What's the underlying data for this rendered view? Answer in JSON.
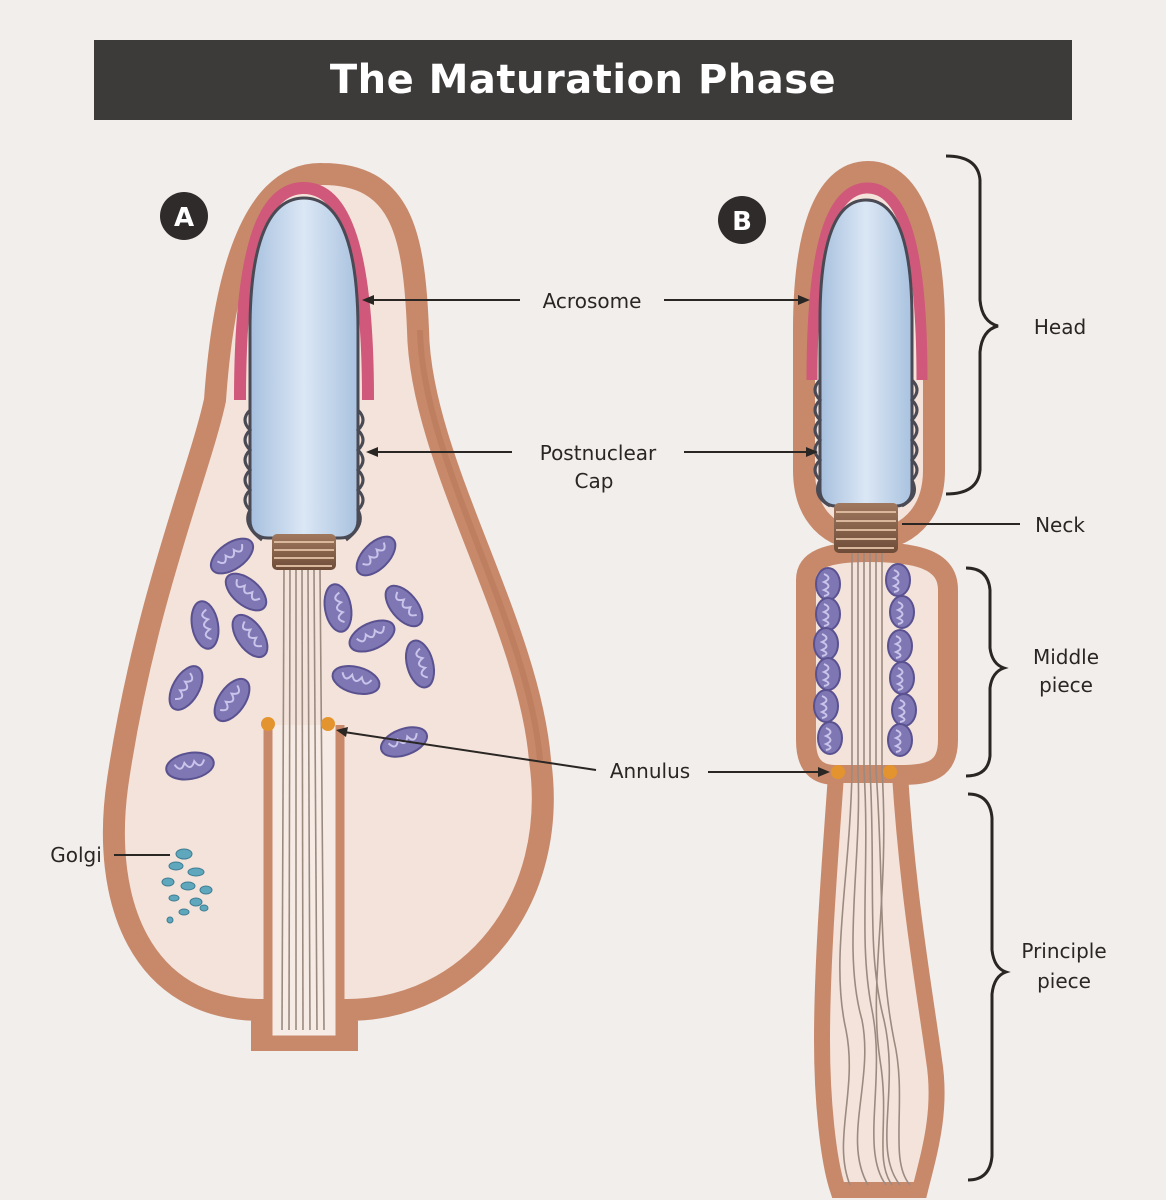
{
  "title": "The Maturation Phase",
  "panels": {
    "a": "A",
    "b": "B"
  },
  "labels": {
    "acrosome": "Acrosome",
    "postnuclear_1": "Postnuclear",
    "postnuclear_2": "Cap",
    "annulus": "Annulus",
    "golgi": "Golgi",
    "head": "Head",
    "neck": "Neck",
    "middle_1": "Middle",
    "middle_2": "piece",
    "principle_1": "Principle",
    "principle_2": "piece"
  },
  "colors": {
    "background": "#f1eeec",
    "title_bar": "#3d3a3a",
    "cytoplasm_border": "#c8896b",
    "cytoplasm_fill": "#f4e3da",
    "nucleus": "#bcd2ea",
    "acrosome": "#d0587a",
    "mitochondria": "#7f76b4",
    "annulus": "#e3942e",
    "golgi": "#5fa7bd"
  }
}
